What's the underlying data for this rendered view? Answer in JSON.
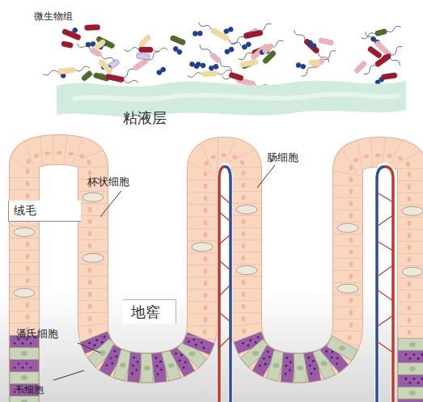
{
  "diagram": {
    "nodes": [
      {
        "text": [
          "粘液层"
        ]
      },
      {
        "text": [
          "绒毛"
        ]
      },
      {
        "text": [
          "地窖"
        ]
      }
    ],
    "labels": [
      "微生物组",
      "杯状细胞",
      "肠细胞",
      "潘氏细胞",
      "干细胞"
    ]
  }
}
